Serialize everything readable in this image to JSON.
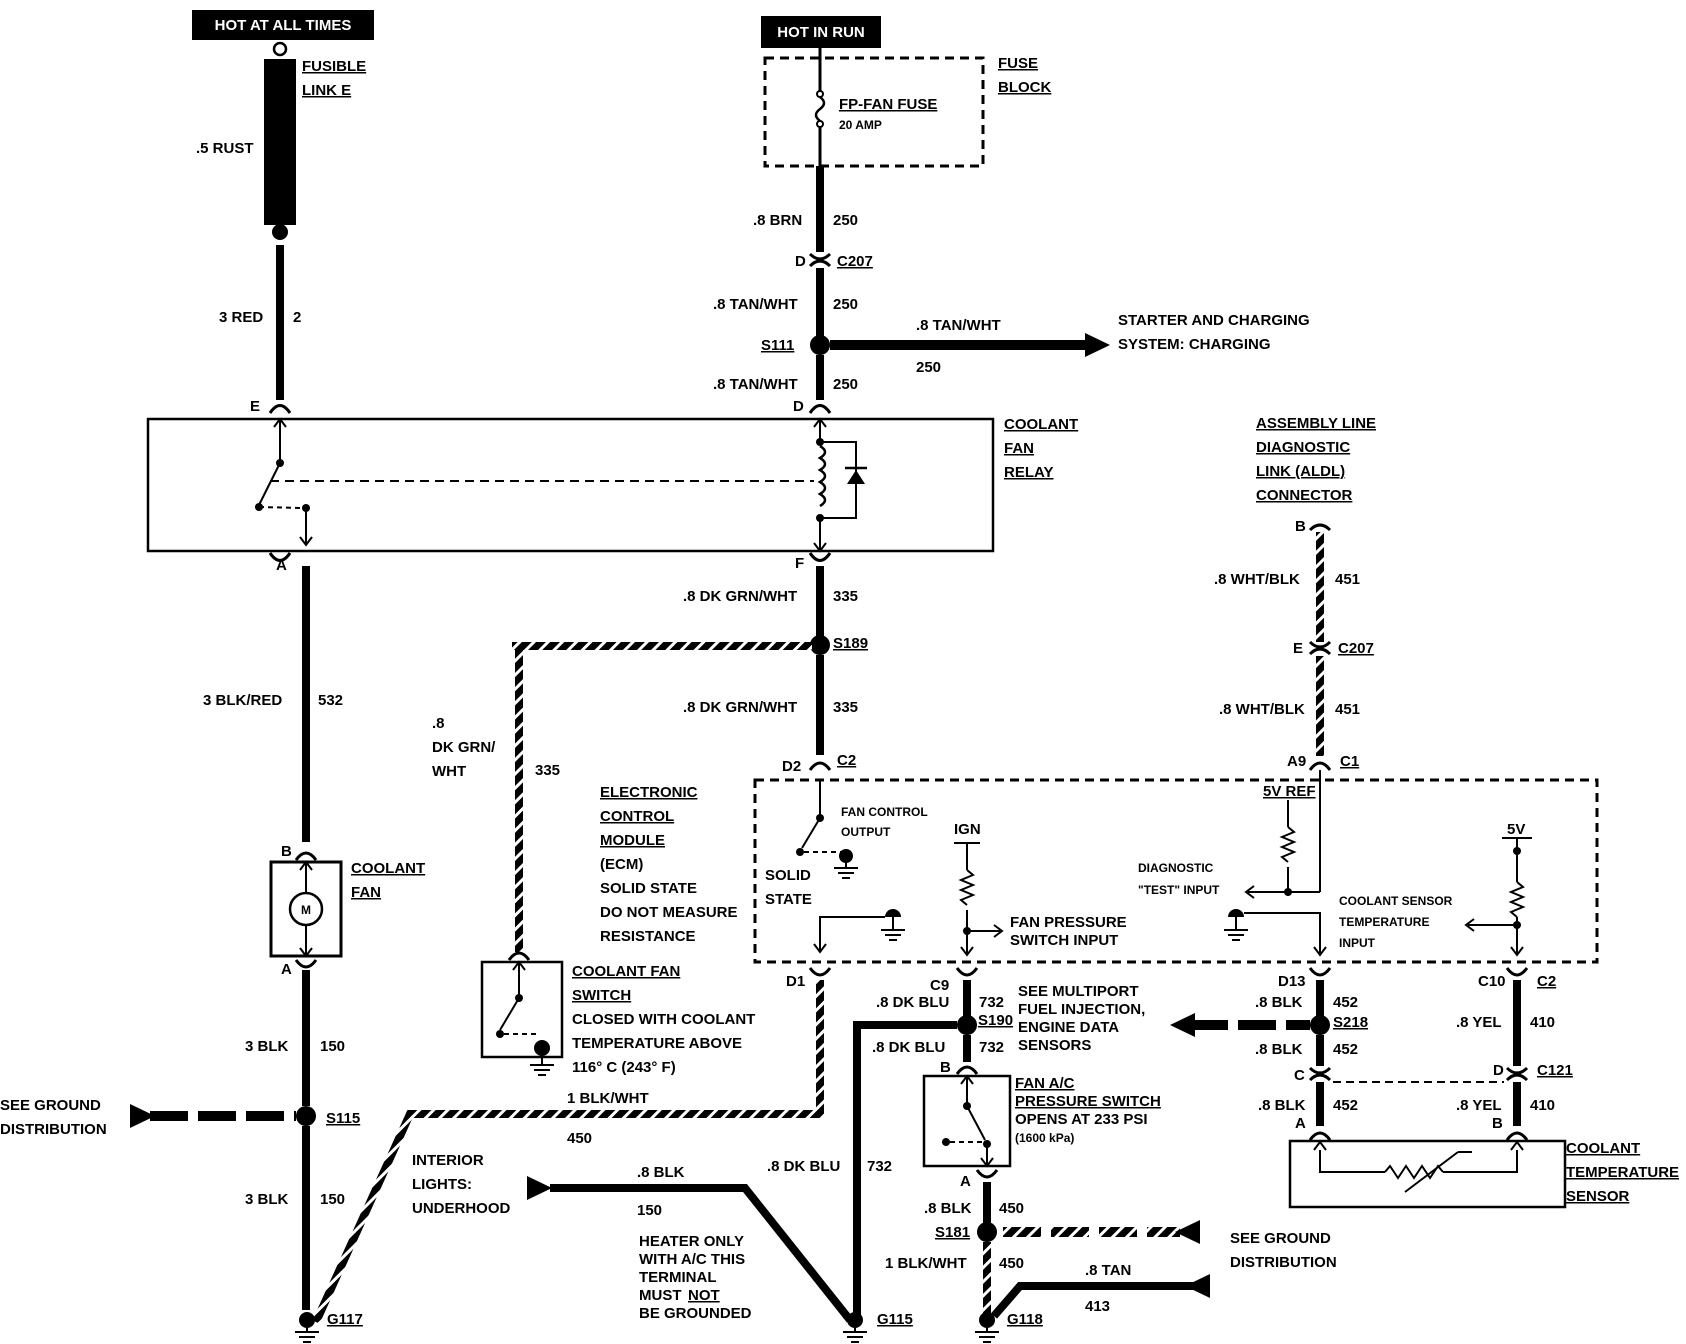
{
  "tags": {
    "hot_all": "HOT AT ALL TIMES",
    "hot_run": "HOT IN RUN"
  },
  "labels": {
    "fusible1": "FUSIBLE",
    "fusible2": "LINK E",
    "rust": ".5 RUST",
    "fuse_block1": "FUSE",
    "fuse_block2": "BLOCK",
    "fp_fan_fuse": "FP-FAN FUSE",
    "amp": "20 AMP",
    "brn": ".8 BRN",
    "c250a": "250",
    "pin_d_c207": "D",
    "c207": "C207",
    "tanwht1": ".8 TAN/WHT",
    "c250b": "250",
    "s111": "S111",
    "tanwht_branch": ".8 TAN/WHT",
    "c250_branch": "250",
    "starter1": "STARTER AND CHARGING",
    "starter2": "SYSTEM:  CHARGING",
    "tanwht2": ".8 TAN/WHT",
    "c250c": "250",
    "red": "3 RED",
    "c2": "2",
    "pin_e": "E",
    "pin_d": "D",
    "relay1": "COOLANT",
    "relay2": "FAN",
    "relay3": "RELAY",
    "aldl1": "ASSEMBLY LINE",
    "aldl2": "DIAGNOSTIC",
    "aldl3": "LINK (ALDL)",
    "aldl4": "CONNECTOR",
    "pin_b_aldl": "B",
    "whtblk1": ".8 WHT/BLK",
    "c451a": "451",
    "pin_e_c207": "E",
    "c207b": "C207",
    "whtblk2": ".8 WHT/BLK",
    "c451b": "451",
    "pin_a9": "A9",
    "c1": "C1",
    "pin_a": "A",
    "pin_f": "F",
    "dkgrn1": ".8 DK GRN/WHT",
    "c335a": "335",
    "s189": "S189",
    "dkgrn2": ".8 DK GRN/WHT",
    "c335b": "335",
    "dkgrn3a": ".8",
    "dkgrn3b": "DK GRN/",
    "dkgrn3c": "WHT",
    "c335c": "335",
    "blkred": "3 BLK/RED",
    "c532": "532",
    "pin_d2": "D2",
    "c2conn": "C2",
    "ecm1": "ELECTRONIC",
    "ecm2": "CONTROL",
    "ecm3": "MODULE",
    "ecm4": "(ECM)",
    "ecm5": "SOLID STATE",
    "ecm6": "DO NOT MEASURE",
    "ecm7": "RESISTANCE",
    "fco1": "FAN CONTROL",
    "fco2": "OUTPUT",
    "ss1": "SOLID",
    "ss2": "STATE",
    "ign": "IGN",
    "fps1": "FAN PRESSURE",
    "fps2": "SWITCH INPUT",
    "vref": "5V REF",
    "diag1": "DIAGNOSTIC",
    "diag2": "\"TEST\" INPUT",
    "v5": "5V",
    "cts1": "COOLANT SENSOR",
    "cts2": "TEMPERATURE",
    "cts3": "INPUT",
    "pin_b_fan": "B",
    "fan1": "COOLANT",
    "fan2": "FAN",
    "pin_a_fan": "A",
    "cfs1": "COOLANT FAN",
    "cfs2": "SWITCH",
    "cfs3": "CLOSED WITH COOLANT",
    "cfs4": "TEMPERATURE ABOVE",
    "cfs5": "116° C (243° F)",
    "pin_d1": "D1",
    "pin_c9": "C9",
    "c732a": "732",
    "dkblu1": ".8 DK BLU",
    "s190": "S190",
    "dkblu2": ".8 DK BLU",
    "c732b": "732",
    "mpfi1": "SEE MULTIPORT",
    "mpfi2": "FUEL INJECTION,",
    "mpfi3": "ENGINE DATA",
    "mpfi4": "SENSORS",
    "pin_d13": "D13",
    "c452a": "452",
    "blk8a": ".8 BLK",
    "s218": "S218",
    "blk8b": ".8 BLK",
    "c452b": "452",
    "pin_c10": "C10",
    "c2b": "C2",
    "yel1": ".8 YEL",
    "c410a": "410",
    "pin_c_c121": "C",
    "pin_d_c121": "D",
    "c121": "C121",
    "blk8c": ".8 BLK",
    "c452c": "452",
    "yel2": ".8 YEL",
    "c410b": "410",
    "pin_a_sens": "A",
    "pin_b_sens": "B",
    "sensor1": "COOLANT",
    "sensor2": "TEMPERATURE",
    "sensor3": "SENSOR",
    "blk3a": "3 BLK",
    "c150a": "150",
    "gnd1": "SEE GROUND",
    "gnd2": "DISTRIBUTION",
    "s115": "S115",
    "blkwht1": "1 BLK/WHT",
    "c450a": "450",
    "blk3b": "3 BLK",
    "c150b": "150",
    "int1": "INTERIOR",
    "int2": "LIGHTS:",
    "int3": "UNDERHOOD",
    "blk8d": ".8 BLK",
    "c150c": "150",
    "dkblu3": ".8 DK BLU",
    "c732c": "732",
    "heat1": "HEATER ONLY",
    "heat2": "WITH A/C THIS",
    "heat3": "TERMINAL",
    "heat4a": "MUST",
    "heat4b": "NOT",
    "heat5": "BE GROUNDED",
    "pin_b_ac": "B",
    "ac1": "FAN A/C",
    "ac2": "PRESSURE  SWITCH",
    "ac3": "OPENS AT 233 PSI",
    "ac4": "(1600 kPa)",
    "pin_a_ac": "A",
    "blk8e": ".8 BLK",
    "c450b": "450",
    "s181": "S181",
    "gnd3": "SEE GROUND",
    "gnd4": "DISTRIBUTION",
    "blkwht2": "1 BLK/WHT",
    "c450c": "450",
    "tan": ".8 TAN",
    "c413": "413",
    "g117": "G117",
    "g115": "G115",
    "g118": "G118"
  }
}
